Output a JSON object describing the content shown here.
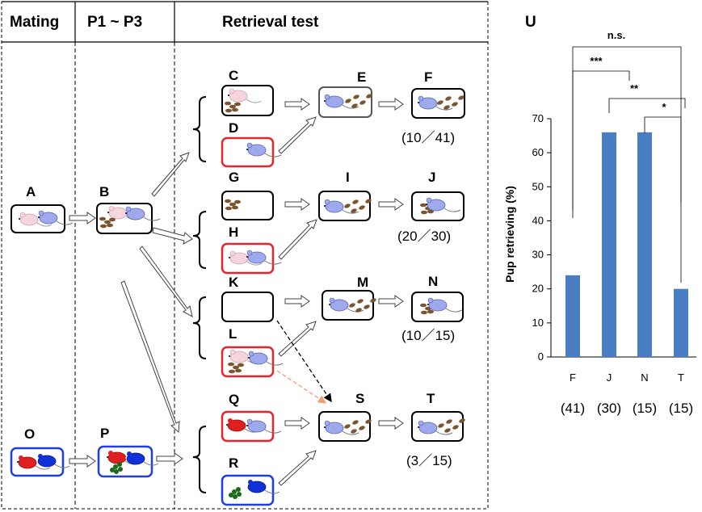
{
  "headers": {
    "mating": "Mating",
    "p1p3": "P1 ~  P3",
    "retrieval": "Retrieval test"
  },
  "panels": {
    "A": "A",
    "B": "B",
    "C": "C",
    "D": "D",
    "E": "E",
    "F": "F",
    "G": "G",
    "H": "H",
    "I": "I",
    "J": "J",
    "K": "K",
    "L": "L",
    "M": "M",
    "N": "N",
    "O": "O",
    "P": "P",
    "Q": "Q",
    "R": "R",
    "S": "S",
    "T": "T",
    "U": "U"
  },
  "counts": {
    "F": "(10／41)",
    "J": "(20／30)",
    "N": "(10／15)",
    "T": "(3／15)"
  },
  "colors": {
    "female_ko": "#f6d5dd",
    "male": "#9fa9ee",
    "pup": "#7a5530",
    "red_box": "#e8252b",
    "blue_box": "#1f3fe0",
    "bar": "#4a7ec2"
  },
  "chart_data": {
    "type": "bar",
    "categories": [
      "F",
      "J",
      "N",
      "T"
    ],
    "values": [
      24,
      66,
      66,
      20
    ],
    "n_labels": [
      "(41)",
      "(30)",
      "(15)",
      "(15)"
    ],
    "ylabel": "Pup retrieving (%)",
    "ylim": [
      0,
      70
    ],
    "yticks": [
      0,
      10,
      20,
      30,
      40,
      50,
      60,
      70
    ],
    "significance": [
      {
        "between": [
          "F",
          "T"
        ],
        "label": "n.s."
      },
      {
        "between": [
          "F",
          "J"
        ],
        "label": "***"
      },
      {
        "between": [
          "J",
          "N"
        ],
        "label": "**"
      },
      {
        "between": [
          "N",
          "T"
        ],
        "label": "*"
      }
    ]
  }
}
